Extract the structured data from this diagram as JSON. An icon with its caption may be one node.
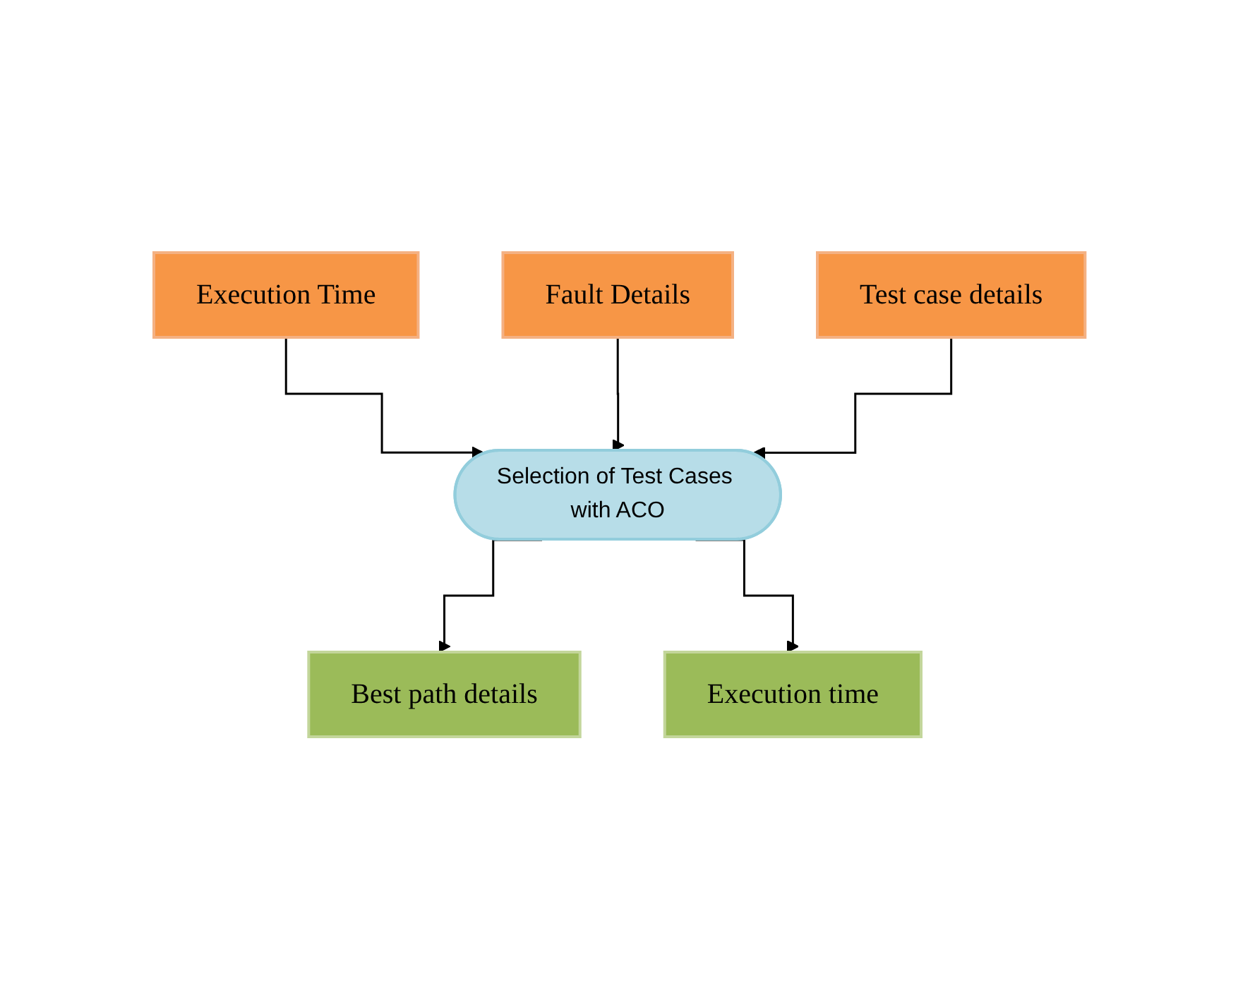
{
  "diagram": {
    "nodes": [
      {
        "text": [
          "Execution Time"
        ]
      },
      {
        "text": [
          "Fault Details"
        ]
      },
      {
        "text": [
          "Test case details"
        ]
      },
      {
        "text": [
          "Selection of Test Cases with ACO"
        ]
      },
      {
        "text": [
          "Best path details"
        ]
      },
      {
        "text": [
          "Execution time"
        ]
      }
    ],
    "edges": [
      {
        "from": 0,
        "to": 3,
        "arrow": "to"
      },
      {
        "from": 1,
        "to": 3,
        "arrow": "to"
      },
      {
        "from": 2,
        "to": 3,
        "arrow": "to"
      },
      {
        "from": 3,
        "to": 4,
        "arrow": "to"
      },
      {
        "from": 3,
        "to": 5,
        "arrow": "to"
      }
    ]
  }
}
